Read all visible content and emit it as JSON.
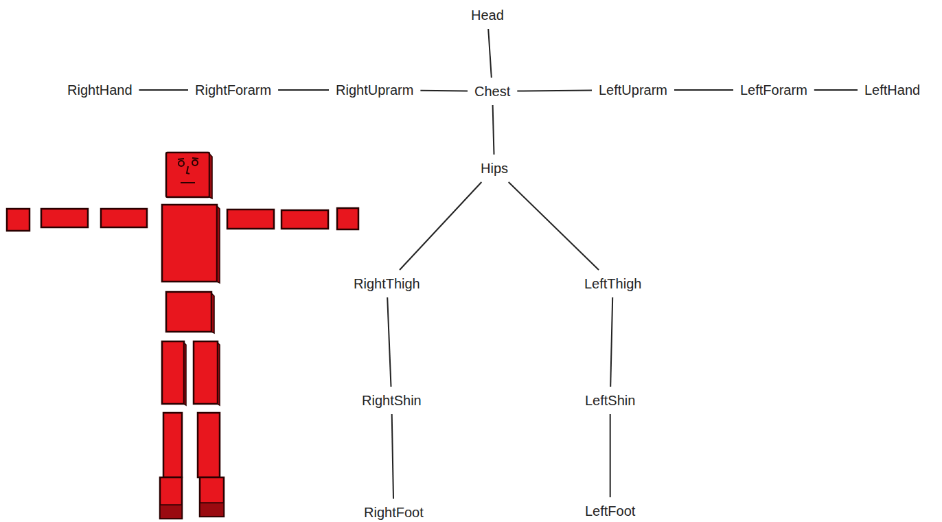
{
  "diagram": {
    "nodes": [
      {
        "text": [
          "Head"
        ]
      },
      {
        "text": [
          "RightHand"
        ]
      },
      {
        "text": [
          "RightForarm"
        ]
      },
      {
        "text": [
          "RightUprarm"
        ]
      },
      {
        "text": [
          "Chest"
        ]
      },
      {
        "text": [
          "LeftUprarm"
        ]
      },
      {
        "text": [
          "LeftForarm"
        ]
      },
      {
        "text": [
          "LeftHand"
        ]
      },
      {
        "text": [
          "Hips"
        ]
      },
      {
        "text": [
          "RightThigh"
        ]
      },
      {
        "text": [
          "LeftThigh"
        ]
      },
      {
        "text": [
          "RightShin"
        ]
      },
      {
        "text": [
          "LeftShin"
        ]
      },
      {
        "text": [
          "RightFoot"
        ]
      },
      {
        "text": [
          "LeftFoot"
        ]
      }
    ],
    "edges": [
      {
        "from": 0,
        "to": 4,
        "arrow": "none"
      },
      {
        "from": 1,
        "to": 2,
        "arrow": "none"
      },
      {
        "from": 2,
        "to": 3,
        "arrow": "none"
      },
      {
        "from": 3,
        "to": 4,
        "arrow": "none"
      },
      {
        "from": 4,
        "to": 5,
        "arrow": "none"
      },
      {
        "from": 5,
        "to": 6,
        "arrow": "none"
      },
      {
        "from": 6,
        "to": 7,
        "arrow": "none"
      },
      {
        "from": 4,
        "to": 8,
        "arrow": "none"
      },
      {
        "from": 8,
        "to": 9,
        "arrow": "none"
      },
      {
        "from": 8,
        "to": 10,
        "arrow": "none"
      },
      {
        "from": 9,
        "to": 11,
        "arrow": "none"
      },
      {
        "from": 11,
        "to": 13,
        "arrow": "none"
      },
      {
        "from": 10,
        "to": 12,
        "arrow": "none"
      },
      {
        "from": 12,
        "to": 14,
        "arrow": "none"
      }
    ]
  }
}
